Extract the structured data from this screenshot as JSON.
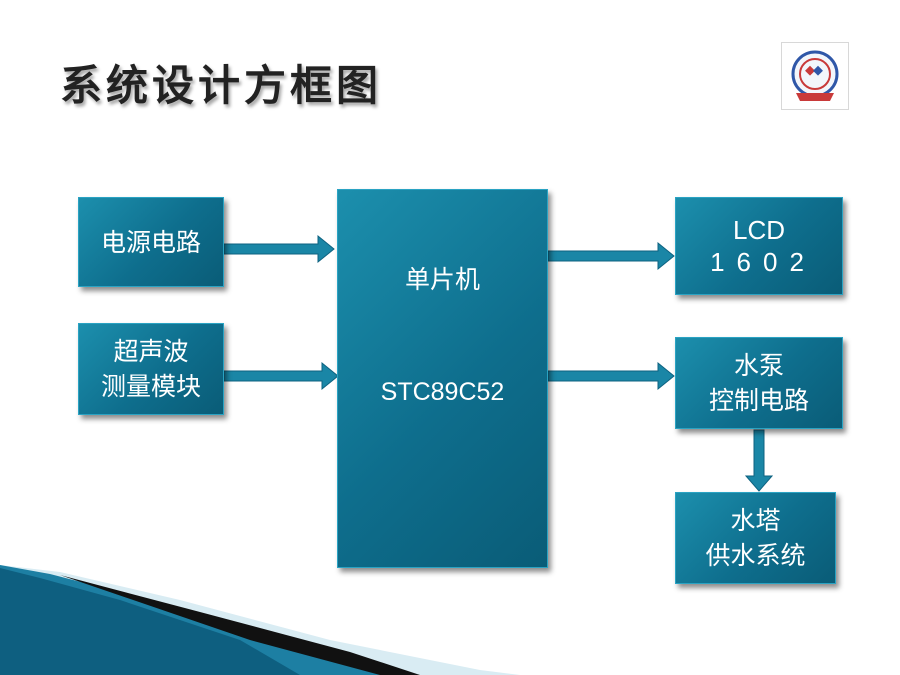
{
  "page": {
    "title": "系统设计方框图"
  },
  "blocks": {
    "power": {
      "lines": [
        "电源电路"
      ]
    },
    "sensor": {
      "lines": [
        "超声波",
        "测量模块"
      ]
    },
    "mcu": {
      "lines": [
        "单片机",
        "STC89C52"
      ]
    },
    "lcd": {
      "lines": [
        "LCD",
        "1602"
      ]
    },
    "pump": {
      "lines": [
        "水泵",
        "控制电路"
      ]
    },
    "tower": {
      "lines": [
        "水塔",
        "供水系统"
      ]
    }
  },
  "colors": {
    "block": "#12789a",
    "arrow": "#1a86a6",
    "title": "#222222"
  },
  "icons": {
    "logo": "school-logo-icon"
  }
}
